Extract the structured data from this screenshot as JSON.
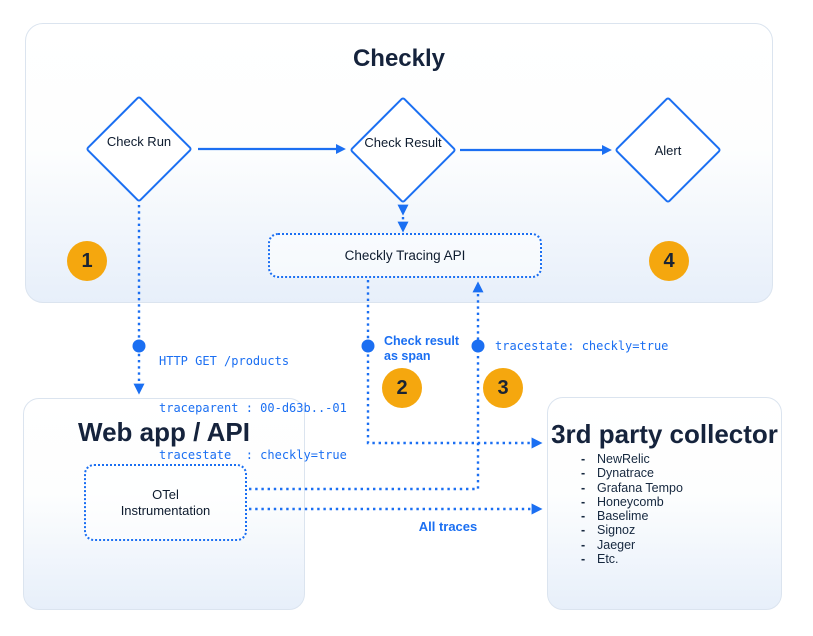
{
  "colors": {
    "accent_blue": "#1b6ff2",
    "badge_orange": "#f5a70e",
    "text_navy": "#15233c",
    "panel_border": "#dbe4ef",
    "panel_tint": "#e7effa"
  },
  "checkly_panel": {
    "title": "Checkly",
    "nodes": {
      "check_run": "Check Run",
      "check_result": "Check Result",
      "alert": "Alert"
    },
    "tracing_api": "Checkly Tracing API"
  },
  "badges": {
    "one": "1",
    "two": "2",
    "three": "3",
    "four": "4"
  },
  "edges": {
    "http_request_lines": [
      "HTTP GET /products",
      "traceparent : 00-d63b..-01",
      "tracestate  : checkly=true"
    ],
    "check_result_as_span": "Check result\nas span",
    "tracestate_forward": "tracestate: checkly=true",
    "all_traces": "All traces"
  },
  "web_app_panel": {
    "title": "Web app / API",
    "otel": "OTel\nInstrumentation"
  },
  "collector_panel": {
    "title": "3rd party collector",
    "bullet": "-",
    "items": [
      "NewRelic",
      "Dynatrace",
      "Grafana Tempo",
      "Honeycomb",
      "Baselime",
      "Signoz",
      "Jaeger",
      "Etc."
    ]
  }
}
